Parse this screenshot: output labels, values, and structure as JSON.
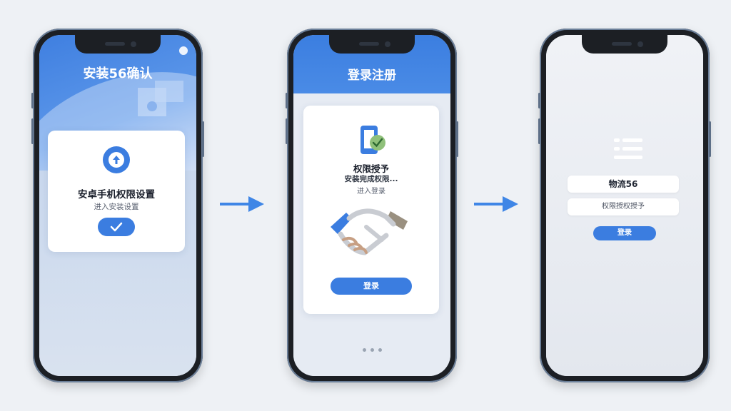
{
  "steps": [
    {
      "title": "安装56确认",
      "card_title": "安卓手机权限设置",
      "card_sub": "进入安装设置",
      "confirm_icon": "check-icon"
    },
    {
      "title": "登录注册",
      "card_title": "权限授予",
      "card_sub": "安装完成权限...",
      "card_sub2": "进入登录",
      "button_label": "登录"
    },
    {
      "field_1": "物流56",
      "field_2": "权限授权授予",
      "button_label": "登录"
    }
  ],
  "colors": {
    "accent": "#3b7de0",
    "background": "#eef1f5"
  }
}
